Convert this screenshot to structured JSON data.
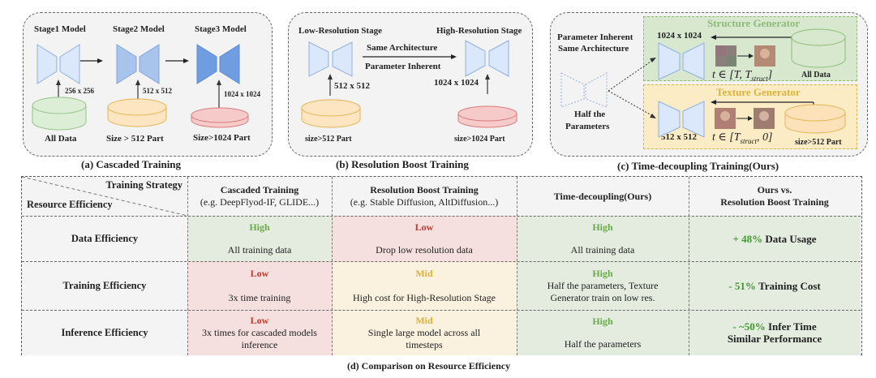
{
  "panel_a": {
    "caption": "(a) Cascaded Training",
    "stages": [
      {
        "model_label": "Stage1 Model",
        "resolution": "256 x 256",
        "data_label": "All Data",
        "model_color": "#dbe7fb",
        "db_color": "#dcefd6"
      },
      {
        "model_label": "Stage2 Model",
        "resolution": "512 x 512",
        "data_label": "Size > 512 Part",
        "model_color": "#a9c4ec",
        "db_color": "#fde5c2"
      },
      {
        "model_label": "Stage3 Model",
        "resolution": "1024 x 1024",
        "data_label": "Size>1024 Part",
        "model_color": "#6f9de0",
        "db_color": "#f7caca"
      }
    ]
  },
  "panel_b": {
    "caption": "(b) Resolution Boost Training",
    "low_stage": "Low-Resolution Stage",
    "high_stage": "High-Resolution Stage",
    "arrow_top": "Same Architecture",
    "arrow_bottom": "Parameter Inherent",
    "low_res": "512 x 512",
    "high_res": "1024 x 1024",
    "low_data": "size>512 Part",
    "high_data": "size>1024 Part"
  },
  "panel_c": {
    "caption": "(c) Time-decoupling Training(Ours)",
    "shared_label_1": "Parameter Inherent",
    "shared_label_2": "Same Architecture",
    "half_label_1": "Half the",
    "half_label_2": "Parameters",
    "structure": {
      "title": "Structure Generator",
      "resolution": "1024 x 1024",
      "t_range": "t ∈ [T, T",
      "t_sub": "struct",
      "t_end": "]",
      "data_label": "All Data"
    },
    "texture": {
      "title": "Texture Generator",
      "resolution": "512 x 512",
      "t_range": "t ∈ [T",
      "t_sub": "struct",
      "t_end": ", 0]",
      "data_label": "size>512 Part"
    }
  },
  "table": {
    "caption": "(d) Comparison on Resource Efficiency",
    "corner_top": "Training Strategy",
    "corner_bottom": "Resource Efficiency",
    "columns": [
      {
        "title": "Cascaded Training",
        "subtitle": "(e.g. DeepFlyod-IF, GLIDE...)"
      },
      {
        "title": "Resolution Boost Training",
        "subtitle": "(e.g. Stable Diffusion, AltDiffusion...)"
      },
      {
        "title": "Time-decoupling(Ours)",
        "subtitle": ""
      },
      {
        "title": "Ours vs.",
        "subtitle": "Resolution Boost Training"
      }
    ],
    "rows": [
      {
        "label": "Data Efficiency",
        "cells": [
          {
            "level": "High",
            "desc": "All training data"
          },
          {
            "level": "Low",
            "desc": "Drop low resolution data"
          },
          {
            "level": "High",
            "desc": "All training data"
          }
        ],
        "comparison": {
          "value": "+ 48%",
          "text": "Data Usage",
          "line2": ""
        }
      },
      {
        "label": "Training Efficiency",
        "cells": [
          {
            "level": "Low",
            "desc": "3x time training"
          },
          {
            "level": "Mid",
            "desc": "High cost for High-Resolution Stage"
          },
          {
            "level": "High",
            "desc": "Half the parameters, Texture Generator train on low res."
          }
        ],
        "comparison": {
          "value": "- 51%",
          "text": "Training Cost",
          "line2": ""
        }
      },
      {
        "label": "Inference Efficiency",
        "cells": [
          {
            "level": "Low",
            "desc": "3x times for cascaded models inference"
          },
          {
            "level": "Mid",
            "desc": "Single large model across all timesteps"
          },
          {
            "level": "High",
            "desc": "Half the parameters"
          }
        ],
        "comparison": {
          "value": "- ~50%",
          "text": "Infer Time",
          "line2": "Similar Performance"
        }
      }
    ]
  }
}
